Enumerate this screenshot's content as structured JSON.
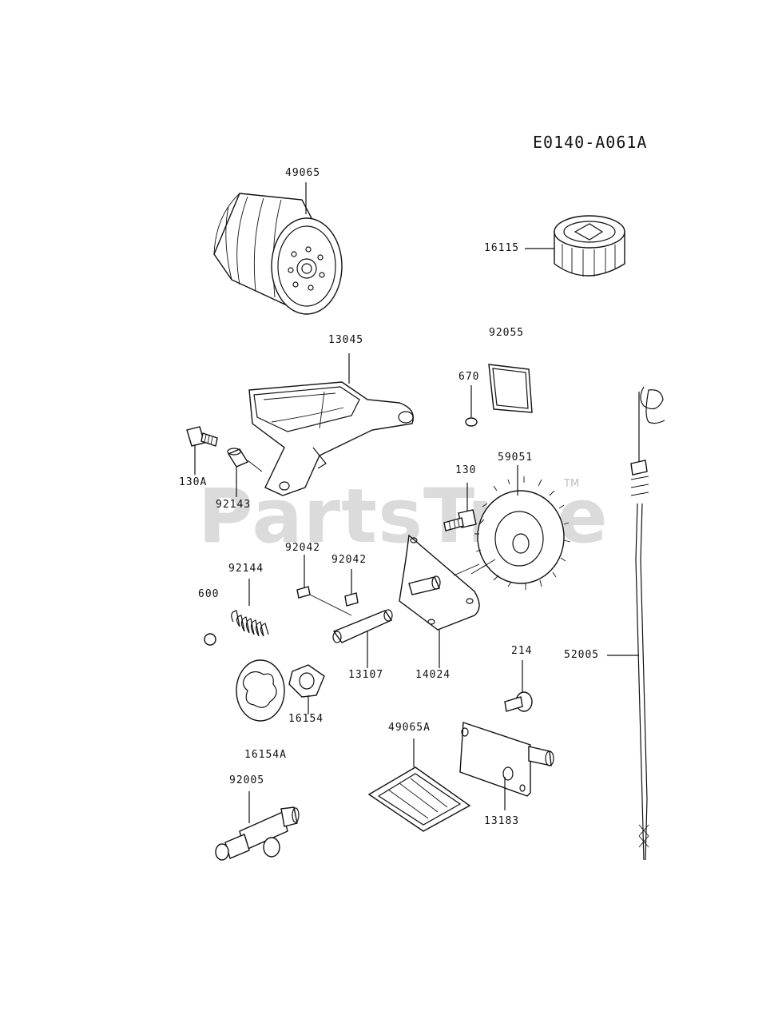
{
  "diagram_code": "E0140-A061A",
  "watermark": {
    "text": "PartsTree",
    "tm": "TM"
  },
  "parts": [
    {
      "id": "p-49065",
      "label": "49065"
    },
    {
      "id": "p-16115",
      "label": "16115"
    },
    {
      "id": "p-92055",
      "label": "92055"
    },
    {
      "id": "p-13045",
      "label": "13045"
    },
    {
      "id": "p-670",
      "label": "670"
    },
    {
      "id": "p-130A",
      "label": "130A"
    },
    {
      "id": "p-92143",
      "label": "92143"
    },
    {
      "id": "p-130",
      "label": "130"
    },
    {
      "id": "p-59051",
      "label": "59051"
    },
    {
      "id": "p-92042a",
      "label": "92042"
    },
    {
      "id": "p-92042b",
      "label": "92042"
    },
    {
      "id": "p-92144",
      "label": "92144"
    },
    {
      "id": "p-600",
      "label": "600"
    },
    {
      "id": "p-13107",
      "label": "13107"
    },
    {
      "id": "p-14024",
      "label": "14024"
    },
    {
      "id": "p-16154",
      "label": "16154"
    },
    {
      "id": "p-214",
      "label": "214"
    },
    {
      "id": "p-52005",
      "label": "52005"
    },
    {
      "id": "p-49065A",
      "label": "49065A"
    },
    {
      "id": "p-16154A",
      "label": "16154A"
    },
    {
      "id": "p-92005",
      "label": "92005"
    },
    {
      "id": "p-13183",
      "label": "13183"
    }
  ]
}
